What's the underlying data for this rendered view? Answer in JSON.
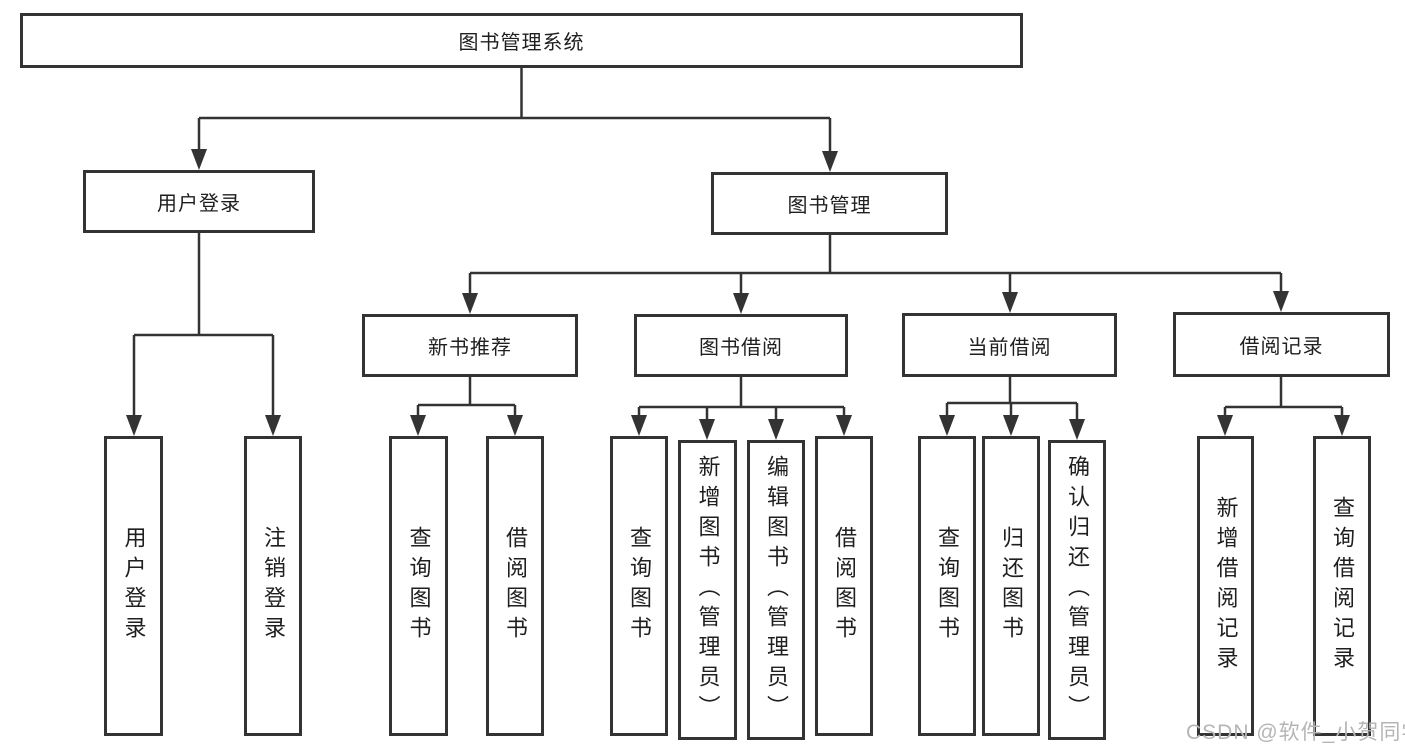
{
  "title": "图书管理系统",
  "watermark": "CSDN @软件_小贺同学",
  "colors": {
    "line": "#333333",
    "box_border": "#333333",
    "text": "#1f1f1f",
    "watermark": "#b5b5b5",
    "background": "#ffffff"
  },
  "nodes": {
    "root": {
      "label": "图书管理系统"
    },
    "user_login": {
      "label": "用户登录"
    },
    "book_mgmt": {
      "label": "图书管理"
    },
    "new_book_rec": {
      "label": "新书推荐"
    },
    "book_borrow": {
      "label": "图书借阅"
    },
    "current_borrow": {
      "label": "当前借阅"
    },
    "borrow_records": {
      "label": "借阅记录"
    },
    "leaf_user_login": {
      "label": "用户登录"
    },
    "leaf_logout": {
      "label": "注销登录"
    },
    "leaf_query_books_1": {
      "label": "查询图书"
    },
    "leaf_borrow_books_1": {
      "label": "借阅图书"
    },
    "leaf_query_books_2": {
      "label": "查询图书"
    },
    "leaf_add_book": {
      "label": "新增图书（管理员）"
    },
    "leaf_edit_book": {
      "label": "编辑图书（管理员）"
    },
    "leaf_borrow_books_2": {
      "label": "借阅图书"
    },
    "leaf_query_books_3": {
      "label": "查询图书"
    },
    "leaf_return_book": {
      "label": "归还图书"
    },
    "leaf_confirm_return": {
      "label": "确认归还（管理员）"
    },
    "leaf_add_record": {
      "label": "新增借阅记录"
    },
    "leaf_query_record": {
      "label": "查询借阅记录"
    }
  }
}
